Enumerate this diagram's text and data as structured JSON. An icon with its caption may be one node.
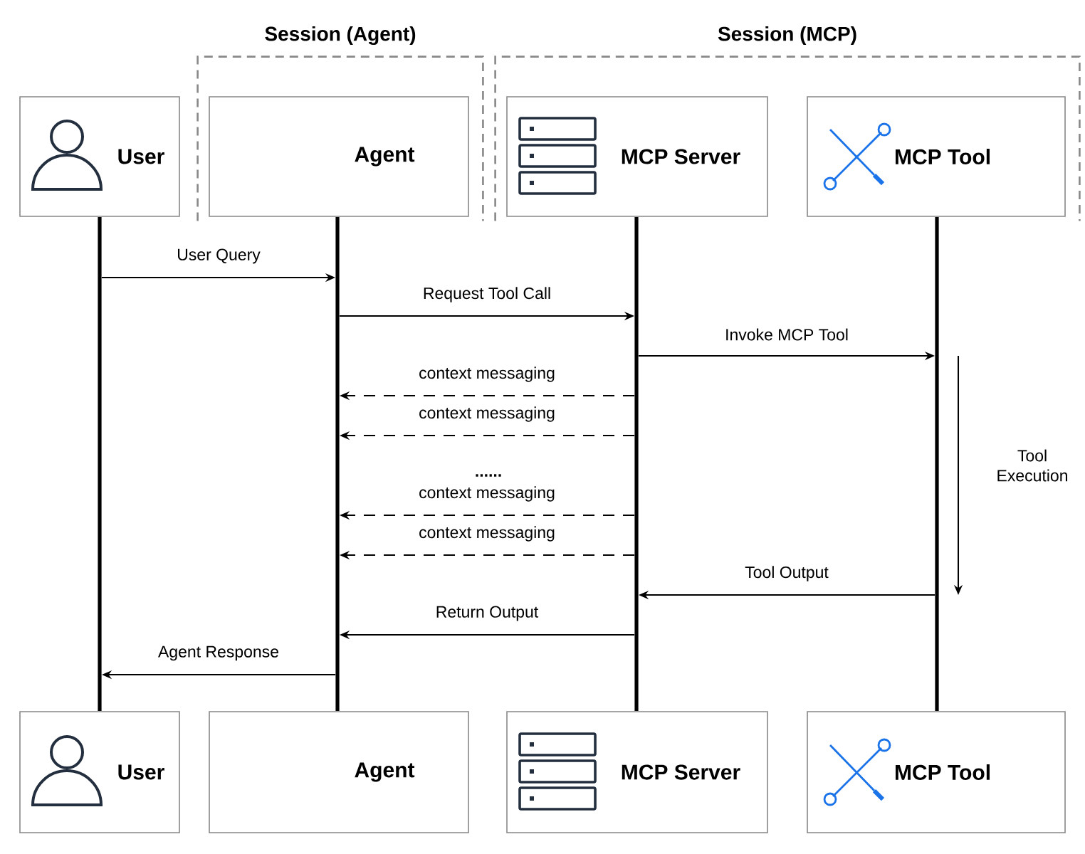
{
  "diagram": {
    "nodes": [
      {
        "text": [
          "Session (Agent)"
        ]
      },
      {
        "text": [
          "Session (MCP)"
        ]
      },
      {
        "text": [
          "User"
        ]
      },
      {
        "text": [
          "Agent"
        ],
        "in": 0
      },
      {
        "text": [
          "MCP Server"
        ],
        "in": 1
      },
      {
        "text": [
          "MCP Tool"
        ],
        "in": 1
      },
      {
        "text": [
          "User"
        ]
      },
      {
        "text": [
          "Agent"
        ]
      },
      {
        "text": [
          "MCP Server"
        ]
      },
      {
        "text": [
          "MCP Tool"
        ]
      },
      {
        "text": [],
        "shape": "bar"
      },
      {
        "text": [],
        "shape": "bar"
      },
      {
        "text": [],
        "shape": "bar"
      },
      {
        "text": [],
        "shape": "bar"
      }
    ],
    "edges": [
      {
        "from": 10,
        "to": 11,
        "arrow": "to",
        "label": "User  Query"
      },
      {
        "from": 11,
        "to": 12,
        "arrow": "to",
        "label": "Request Tool Call"
      },
      {
        "from": 12,
        "to": 13,
        "arrow": "to",
        "label": "Invoke MCP Tool"
      },
      {
        "from": 12,
        "to": 11,
        "arrow": "to",
        "label": "context messaging",
        "style": "dashed"
      },
      {
        "from": 12,
        "to": 11,
        "arrow": "to",
        "label": "context messaging",
        "style": "dashed"
      },
      {
        "from": 12,
        "to": 11,
        "arrow": "to",
        "label": "context messaging",
        "style": "dashed"
      },
      {
        "from": 12,
        "to": 11,
        "arrow": "to",
        "label": "context messaging",
        "style": "dashed"
      },
      {
        "from": 13,
        "to": 12,
        "arrow": "to",
        "label": "Tool Output"
      },
      {
        "from": 12,
        "to": 11,
        "arrow": "to",
        "label": "Return Output"
      },
      {
        "from": 11,
        "to": 10,
        "arrow": "to",
        "label": "Agent Response"
      }
    ],
    "labels": [
      "......",
      "Tool Execution"
    ]
  }
}
